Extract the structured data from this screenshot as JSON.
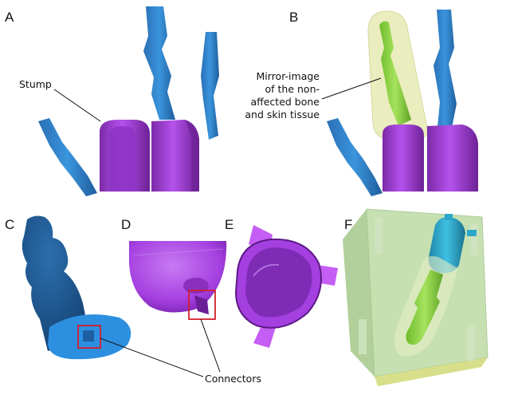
{
  "panels": {
    "a": {
      "letter": "A"
    },
    "b": {
      "letter": "B"
    },
    "c": {
      "letter": "C"
    },
    "d": {
      "letter": "D"
    },
    "e": {
      "letter": "E"
    },
    "f": {
      "letter": "F"
    }
  },
  "annotations": {
    "stump": "Stump",
    "mirror_line1": "Mirror-image",
    "mirror_line2": "of the non-",
    "mirror_line3": "affected bone",
    "mirror_line4": "and skin tissue",
    "connectors": "Connectors"
  },
  "colors": {
    "bone_blue": "#2f7fc6",
    "bone_dark": "#1d4f86",
    "stump_purple": "#9b3fd6",
    "socket_purple": "#b04ae8",
    "mirror_green": "#8fd34a",
    "skin_yellow": "#e4e8a8",
    "model_cyan": "#2aa7c9",
    "box_green": "#b9d9a0",
    "highlight_red": "#d3202b"
  },
  "icons": {
    "a": "finger-stump-render",
    "b": "mirrored-finger-render",
    "c": "stump-mold-render",
    "d": "socket-connector-render",
    "e": "socket-top-render",
    "f": "mold-box-render"
  }
}
